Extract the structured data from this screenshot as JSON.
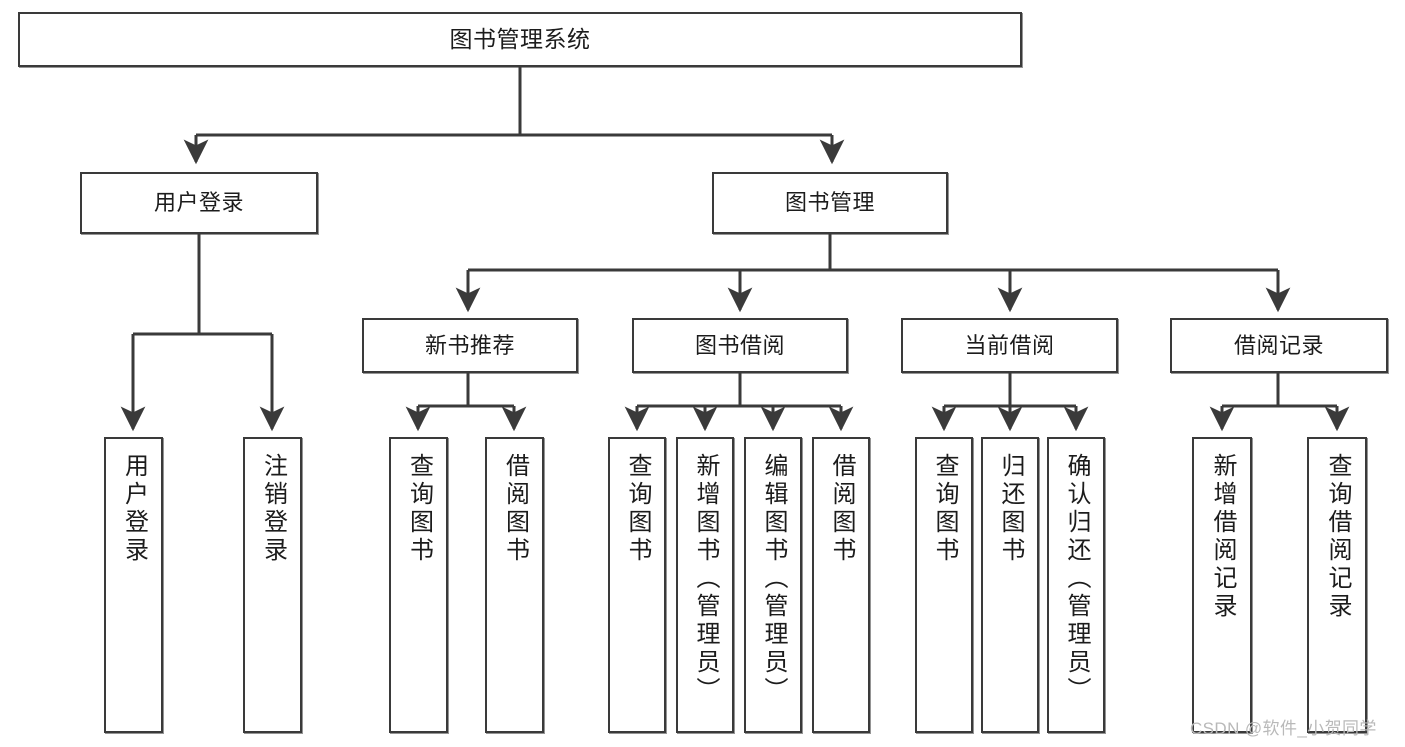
{
  "diagram": {
    "type": "tree",
    "title": "图书管理系统",
    "levels": 4,
    "root": {
      "label": "图书管理系统"
    },
    "level2": [
      {
        "label": "用户登录"
      },
      {
        "label": "图书管理"
      }
    ],
    "level3": [
      {
        "label": "新书推荐"
      },
      {
        "label": "图书借阅"
      },
      {
        "label": "当前借阅"
      },
      {
        "label": "借阅记录"
      }
    ],
    "leaves": {
      "user_login": [
        {
          "label": "用户登录"
        },
        {
          "label": "注销登录"
        }
      ],
      "new_book_recommend": [
        {
          "label": "查询图书"
        },
        {
          "label": "借阅图书"
        }
      ],
      "book_borrow": [
        {
          "label": "查询图书"
        },
        {
          "label": "新增图书（管理员）"
        },
        {
          "label": "编辑图书（管理员）"
        },
        {
          "label": "借阅图书"
        }
      ],
      "current_borrow": [
        {
          "label": "查询图书"
        },
        {
          "label": "归还图书"
        },
        {
          "label": "确认归还（管理员）"
        }
      ],
      "borrow_record": [
        {
          "label": "新增借阅记录"
        },
        {
          "label": "查询借阅记录"
        }
      ]
    }
  },
  "watermark": {
    "text": "CSDN @软件_小贺同学"
  },
  "colors": {
    "stroke": "#3a3a3a",
    "text": "#1c1c1c",
    "background": "#ffffff",
    "watermark": "#b9b9b9"
  }
}
